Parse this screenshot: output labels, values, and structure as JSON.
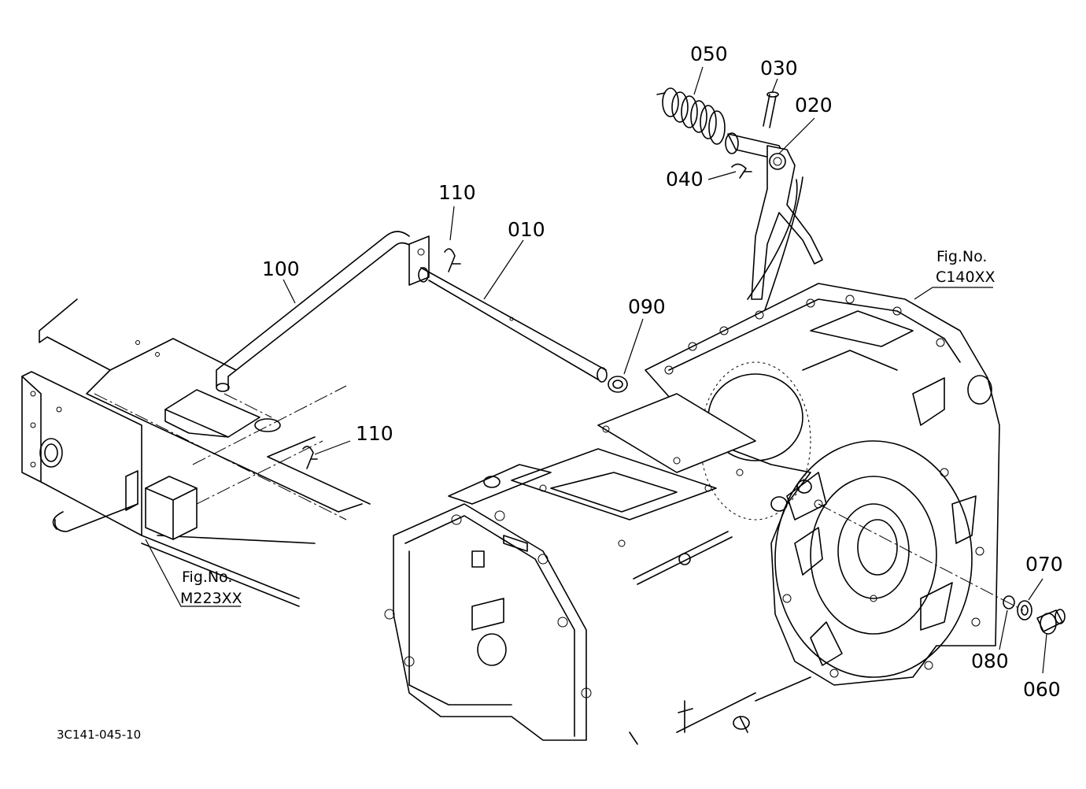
{
  "drawing_code": "3C141-045-10",
  "parts": [
    {
      "id": "p010",
      "number": "010"
    },
    {
      "id": "p020",
      "number": "020"
    },
    {
      "id": "p030",
      "number": "030"
    },
    {
      "id": "p040",
      "number": "040"
    },
    {
      "id": "p050",
      "number": "050"
    },
    {
      "id": "p060",
      "number": "060"
    },
    {
      "id": "p070",
      "number": "070"
    },
    {
      "id": "p080",
      "number": "080"
    },
    {
      "id": "p090",
      "number": "090"
    },
    {
      "id": "p100",
      "number": "100"
    },
    {
      "id": "p110a",
      "number": "110"
    },
    {
      "id": "p110b",
      "number": "110"
    }
  ],
  "figure_refs": [
    {
      "id": "fig1",
      "caption": "Fig.No.",
      "code": "C140XX"
    },
    {
      "id": "fig2",
      "caption": "Fig.No.",
      "code": "M223XX"
    }
  ]
}
